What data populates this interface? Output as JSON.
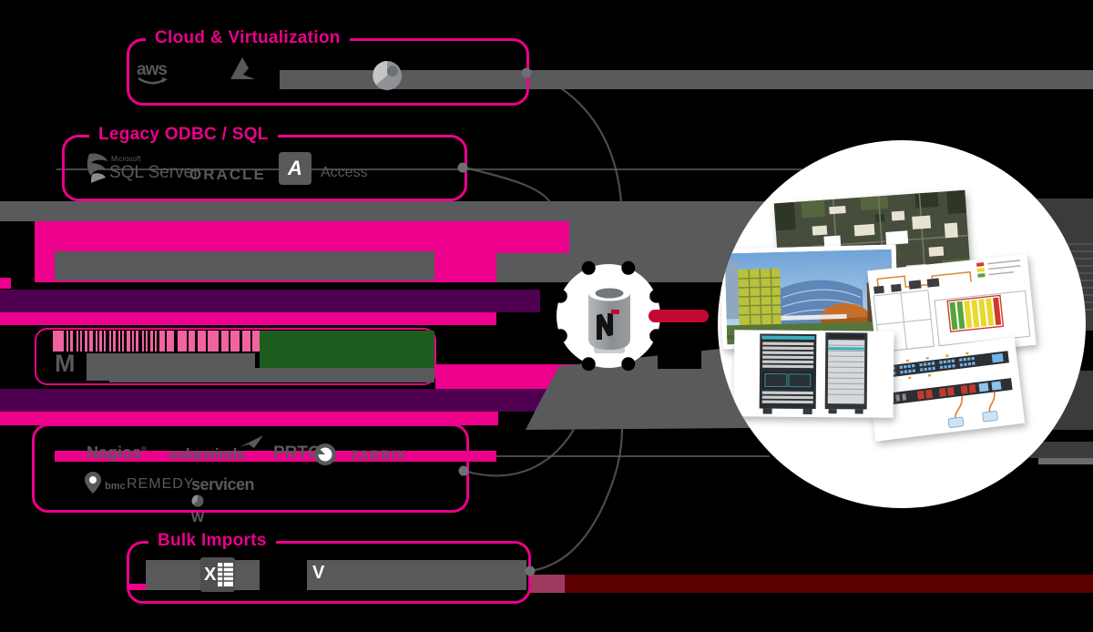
{
  "diagram_title": "Data sources feeding a DCIM database visualized as data center imagery",
  "colors": {
    "magenta": "#EC008C",
    "purple": "#4F0050",
    "pink_light": "#F0639F",
    "green_dark": "#1E5C1E",
    "gray_logo": "#58595B",
    "gray_band": "#595A5C",
    "gray_panel": "#3B3B3C",
    "crimson_link": "#C50735",
    "dark_red_band": "#5C0002",
    "white": "#FFFFFF"
  },
  "sections": {
    "cloud": {
      "title": "Cloud & Virtualization",
      "logos": {
        "aws": "aws"
      }
    },
    "legacy": {
      "title": "Legacy ODBC / SQL",
      "logos": {
        "microsoft": "Microsoft",
        "sql_server": "SQL Server",
        "oracle": "ORACLE",
        "access_a": "A",
        "access": "Access"
      }
    },
    "monitoring": {
      "logos": {
        "nagios": "Nagios",
        "registered": "®",
        "solarwinds": "solarwinds",
        "prtg": "PRTG",
        "zabbix": "ZABBIX",
        "bmc": "bmc",
        "remedy": "REMEDY",
        "servicenow_pre": "servicen",
        "servicenow_post": "w"
      }
    },
    "bulk": {
      "title": "Bulk Imports",
      "logos": {
        "excel_x": "X",
        "visio_v": "V"
      }
    }
  },
  "center": {
    "icon": "database-in-gear with N logo"
  },
  "visualization": {
    "cards": [
      "aerial-campus-map",
      "building-photo",
      "floorplan-power-diagram",
      "server-racks",
      "rack-elevation-devices"
    ]
  },
  "barcode": {
    "bars": [
      [
        3,
        2
      ],
      [
        2,
        3
      ],
      [
        4,
        2
      ],
      [
        2,
        2
      ],
      [
        3,
        3
      ],
      [
        2,
        4
      ],
      [
        3,
        2
      ],
      [
        2,
        3
      ],
      [
        2,
        2
      ],
      [
        4,
        2
      ],
      [
        2,
        3
      ],
      [
        3,
        2
      ],
      [
        2,
        2
      ],
      [
        3,
        4
      ],
      [
        2,
        2
      ],
      [
        2,
        3
      ],
      [
        4,
        2
      ],
      [
        2,
        2
      ],
      [
        3,
        3
      ],
      [
        2,
        2
      ],
      [
        3,
        6
      ],
      [
        2,
        8
      ],
      [
        4,
        10
      ],
      [
        2,
        7
      ],
      [
        3,
        9
      ],
      [
        2,
        12
      ],
      [
        3,
        8
      ],
      [
        2,
        10
      ],
      [
        3,
        9
      ],
      [
        2,
        8
      ]
    ]
  }
}
